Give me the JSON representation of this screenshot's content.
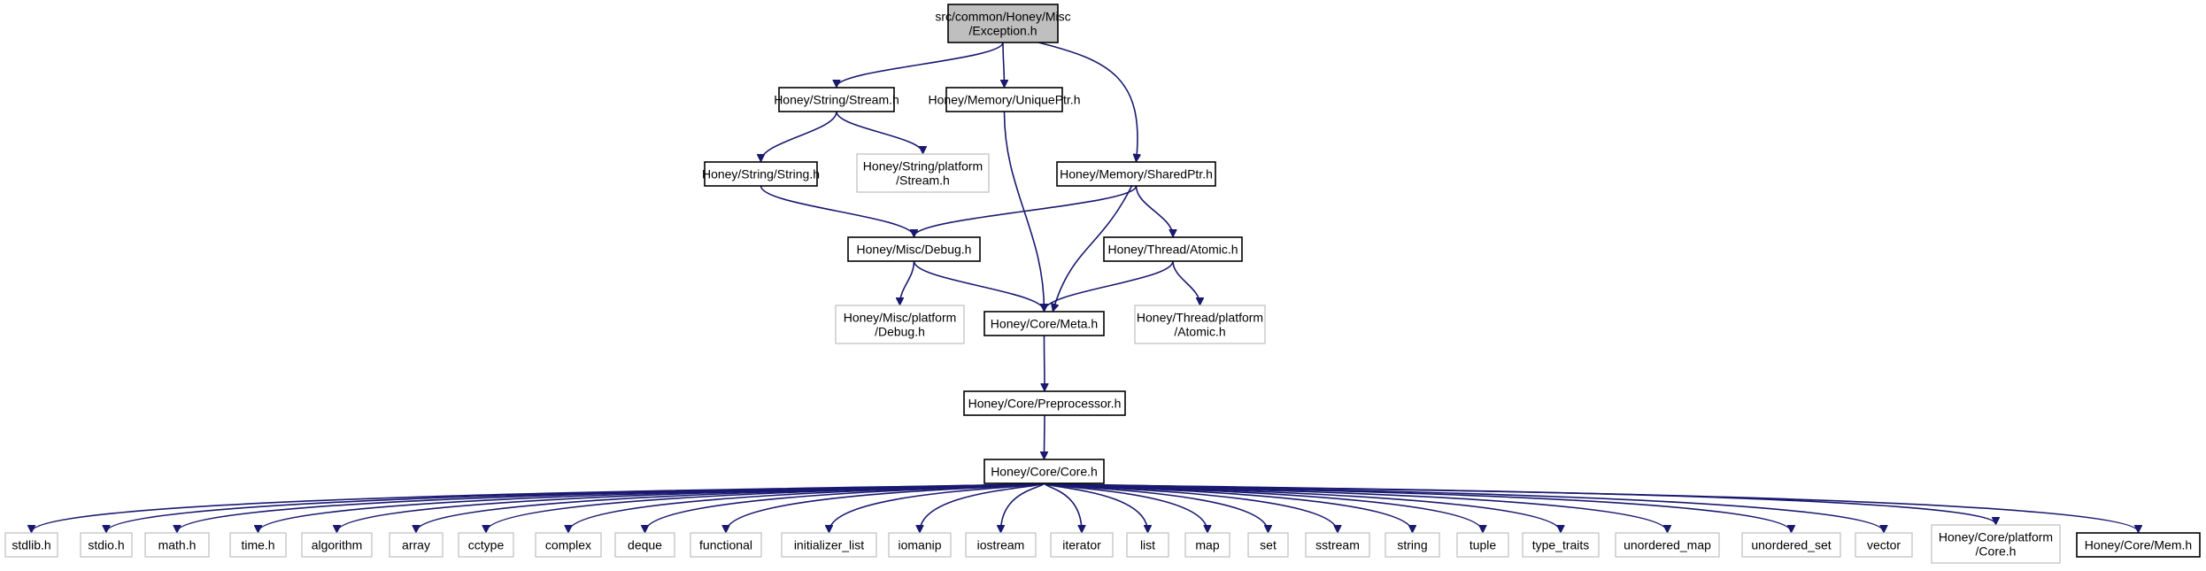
{
  "diagram": {
    "edge_color": "#191970",
    "nodes": [
      {
        "id": "exception",
        "lines": [
          "src/common/Honey/Misc",
          "/Exception.h"
        ],
        "style": "root"
      },
      {
        "id": "stream",
        "lines": [
          "Honey/String/Stream.h"
        ],
        "style": "bold"
      },
      {
        "id": "uniqueptr",
        "lines": [
          "Honey/Memory/UniquePtr.h"
        ],
        "style": "bold"
      },
      {
        "id": "string_h",
        "lines": [
          "Honey/String/String.h"
        ],
        "style": "bold"
      },
      {
        "id": "stream_plat",
        "lines": [
          "Honey/String/platform",
          "/Stream.h"
        ],
        "style": "gray"
      },
      {
        "id": "sharedptr",
        "lines": [
          "Honey/Memory/SharedPtr.h"
        ],
        "style": "bold"
      },
      {
        "id": "debug",
        "lines": [
          "Honey/Misc/Debug.h"
        ],
        "style": "bold"
      },
      {
        "id": "atomic",
        "lines": [
          "Honey/Thread/Atomic.h"
        ],
        "style": "bold"
      },
      {
        "id": "debug_plat",
        "lines": [
          "Honey/Misc/platform",
          "/Debug.h"
        ],
        "style": "gray"
      },
      {
        "id": "meta",
        "lines": [
          "Honey/Core/Meta.h"
        ],
        "style": "bold"
      },
      {
        "id": "atomic_plat",
        "lines": [
          "Honey/Thread/platform",
          "/Atomic.h"
        ],
        "style": "gray"
      },
      {
        "id": "preproc",
        "lines": [
          "Honey/Core/Preprocessor.h"
        ],
        "style": "bold"
      },
      {
        "id": "core",
        "lines": [
          "Honey/Core/Core.h"
        ],
        "style": "bold"
      },
      {
        "id": "stdlib",
        "lines": [
          "stdlib.h"
        ],
        "style": "gray"
      },
      {
        "id": "stdio",
        "lines": [
          "stdio.h"
        ],
        "style": "gray"
      },
      {
        "id": "math",
        "lines": [
          "math.h"
        ],
        "style": "gray"
      },
      {
        "id": "time",
        "lines": [
          "time.h"
        ],
        "style": "gray"
      },
      {
        "id": "algorithm",
        "lines": [
          "algorithm"
        ],
        "style": "gray"
      },
      {
        "id": "array",
        "lines": [
          "array"
        ],
        "style": "gray"
      },
      {
        "id": "cctype",
        "lines": [
          "cctype"
        ],
        "style": "gray"
      },
      {
        "id": "complex",
        "lines": [
          "complex"
        ],
        "style": "gray"
      },
      {
        "id": "deque",
        "lines": [
          "deque"
        ],
        "style": "gray"
      },
      {
        "id": "functional",
        "lines": [
          "functional"
        ],
        "style": "gray"
      },
      {
        "id": "initlist",
        "lines": [
          "initializer_list"
        ],
        "style": "gray"
      },
      {
        "id": "iomanip",
        "lines": [
          "iomanip"
        ],
        "style": "gray"
      },
      {
        "id": "iostream",
        "lines": [
          "iostream"
        ],
        "style": "gray"
      },
      {
        "id": "iterator",
        "lines": [
          "iterator"
        ],
        "style": "gray"
      },
      {
        "id": "list",
        "lines": [
          "list"
        ],
        "style": "gray"
      },
      {
        "id": "map",
        "lines": [
          "map"
        ],
        "style": "gray"
      },
      {
        "id": "set",
        "lines": [
          "set"
        ],
        "style": "gray"
      },
      {
        "id": "sstream",
        "lines": [
          "sstream"
        ],
        "style": "gray"
      },
      {
        "id": "string",
        "lines": [
          "string"
        ],
        "style": "gray"
      },
      {
        "id": "tuple",
        "lines": [
          "tuple"
        ],
        "style": "gray"
      },
      {
        "id": "type_traits",
        "lines": [
          "type_traits"
        ],
        "style": "gray"
      },
      {
        "id": "unordered_map",
        "lines": [
          "unordered_map"
        ],
        "style": "gray"
      },
      {
        "id": "unordered_set",
        "lines": [
          "unordered_set"
        ],
        "style": "gray"
      },
      {
        "id": "vector",
        "lines": [
          "vector"
        ],
        "style": "gray"
      },
      {
        "id": "core_plat",
        "lines": [
          "Honey/Core/platform",
          "/Core.h"
        ],
        "style": "gray"
      },
      {
        "id": "mem",
        "lines": [
          "Honey/Core/Mem.h"
        ],
        "style": "bold"
      }
    ],
    "edges": [
      [
        "exception",
        "stream"
      ],
      [
        "exception",
        "uniqueptr"
      ],
      [
        "exception",
        "sharedptr"
      ],
      [
        "stream",
        "string_h"
      ],
      [
        "stream",
        "stream_plat"
      ],
      [
        "uniqueptr",
        "meta"
      ],
      [
        "string_h",
        "debug"
      ],
      [
        "sharedptr",
        "debug"
      ],
      [
        "sharedptr",
        "meta"
      ],
      [
        "sharedptr",
        "atomic"
      ],
      [
        "debug",
        "debug_plat"
      ],
      [
        "debug",
        "meta"
      ],
      [
        "atomic",
        "meta"
      ],
      [
        "atomic",
        "atomic_plat"
      ],
      [
        "meta",
        "preproc"
      ],
      [
        "preproc",
        "core"
      ],
      [
        "core",
        "stdlib"
      ],
      [
        "core",
        "stdio"
      ],
      [
        "core",
        "math"
      ],
      [
        "core",
        "time"
      ],
      [
        "core",
        "algorithm"
      ],
      [
        "core",
        "array"
      ],
      [
        "core",
        "cctype"
      ],
      [
        "core",
        "complex"
      ],
      [
        "core",
        "deque"
      ],
      [
        "core",
        "functional"
      ],
      [
        "core",
        "initlist"
      ],
      [
        "core",
        "iomanip"
      ],
      [
        "core",
        "iostream"
      ],
      [
        "core",
        "iterator"
      ],
      [
        "core",
        "list"
      ],
      [
        "core",
        "map"
      ],
      [
        "core",
        "set"
      ],
      [
        "core",
        "sstream"
      ],
      [
        "core",
        "string"
      ],
      [
        "core",
        "tuple"
      ],
      [
        "core",
        "type_traits"
      ],
      [
        "core",
        "unordered_map"
      ],
      [
        "core",
        "unordered_set"
      ],
      [
        "core",
        "vector"
      ],
      [
        "core",
        "core_plat"
      ],
      [
        "core",
        "mem"
      ]
    ]
  }
}
